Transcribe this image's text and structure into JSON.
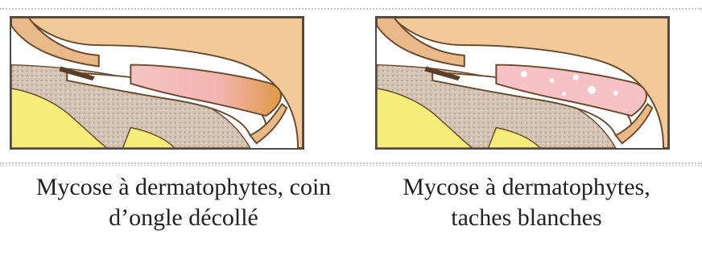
{
  "figures": [
    {
      "id": "left",
      "caption_line1": "Mycose à dermatophytes, coin",
      "caption_line2": "d’ongle décollé"
    },
    {
      "id": "right",
      "caption_line1": "Mycose à dermatophytes,",
      "caption_line2": "taches blanches"
    }
  ],
  "colors": {
    "skin": "#f2c998",
    "skin_outline": "#6b4a2e",
    "nail_bed": "#d7c6b6",
    "bone": "#f5ec7a",
    "pink_infection": "#f4b8b8",
    "orange_infection": "#e0a04a",
    "white_spots": "#ffffff"
  }
}
